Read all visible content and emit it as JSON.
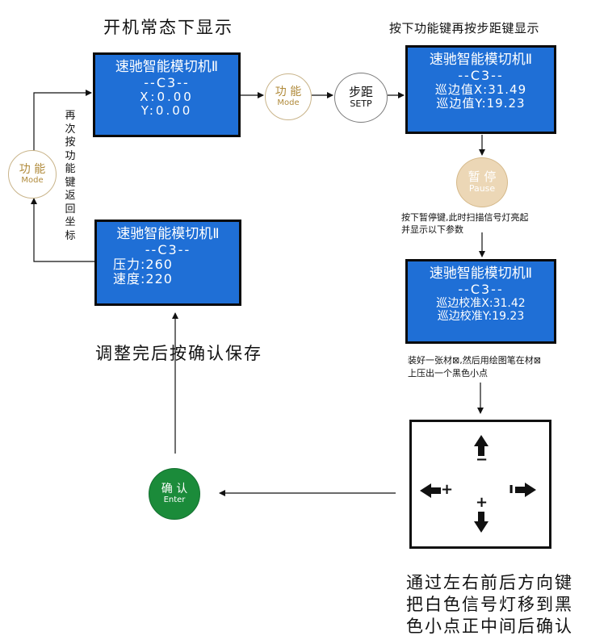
{
  "titles": {
    "normal_display": "开机常态下显示",
    "mode_step_display": "按下功能键再按步距键显示",
    "adjust_save": "调整完后按确认保存",
    "move_instruction": [
      "通过左右前后方向键",
      "把白色信号灯移到黑",
      "色小点正中间后确认"
    ]
  },
  "screens": {
    "normal": {
      "line1": "速驰智能模切机Ⅱ",
      "line2": "--C3--",
      "line3": "X:0.00",
      "line4": "Y:0.00"
    },
    "edge": {
      "line1": "速驰智能模切机Ⅱ",
      "line2": "--C3--",
      "line3": "巡边值X:31.49",
      "line4": "巡边值Y:19.23"
    },
    "params": {
      "line1": "速驰智能模切机Ⅱ",
      "line2": "--C3--",
      "line3": "压力:260",
      "line4": "速度:220"
    },
    "calib": {
      "line1": "速驰智能模切机Ⅱ",
      "line2": "--C3--",
      "line3": "巡边校准X:31.42",
      "line4": "巡边校准Y:19.23"
    }
  },
  "buttons": {
    "mode_left": {
      "main": "功 能",
      "sub": "Mode"
    },
    "mode_mid": {
      "main": "功 能",
      "sub": "Mode"
    },
    "step": {
      "main": "步距",
      "sub": "SETP"
    },
    "pause": {
      "main": "暂 停",
      "sub": "Pause"
    },
    "enter": {
      "main": "确 认",
      "sub": "Enter"
    }
  },
  "notes": {
    "return_vertical": [
      "再",
      "次",
      "按",
      "功",
      "能",
      "键",
      "返",
      "回",
      "坐",
      "标"
    ],
    "pause_note": [
      "按下暂停键,此时扫描信号灯亮起",
      "并显示以下参数"
    ],
    "paper_note": [
      "装好一张材⊠,然后用绘图笔在材⊠",
      "上压出一个黑色小点"
    ]
  },
  "dpad": {
    "up_sign": "−",
    "down_sign": "+",
    "left_sign": "+",
    "right_sign": "ı"
  },
  "colors": {
    "screen_blue": "#1f6fd6",
    "enter_green": "#1b8b3a",
    "mode_gold": "#b08a3a",
    "pause_tan": "#ecd7b6"
  }
}
